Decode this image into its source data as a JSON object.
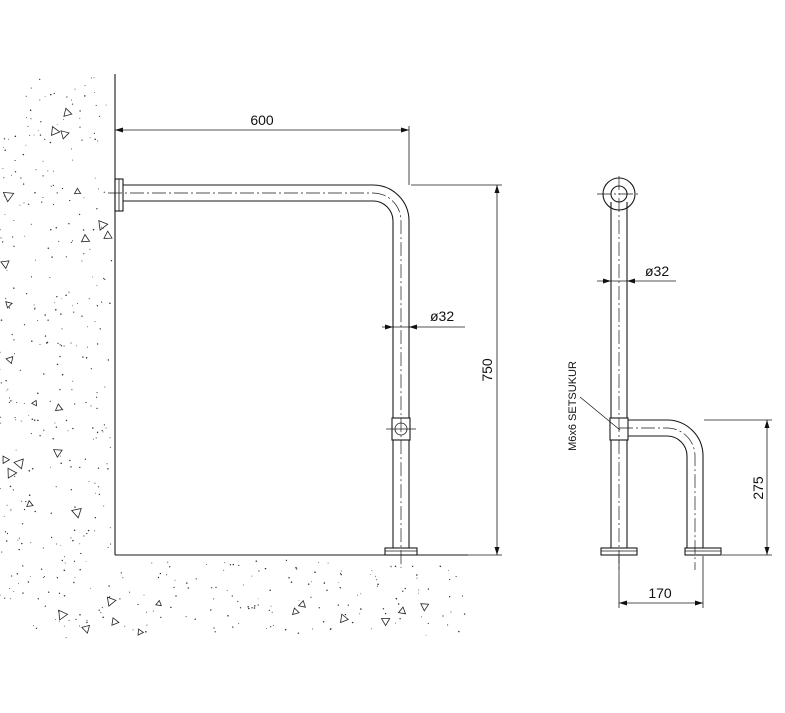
{
  "side_view": {
    "width_dim": "600",
    "height_dim": "750",
    "diameter_label": "ø32"
  },
  "front_view": {
    "diameter_label": "ø32",
    "screw_label": "M6x6  SETSUKUR",
    "height_dim": "275",
    "width_dim": "170"
  }
}
